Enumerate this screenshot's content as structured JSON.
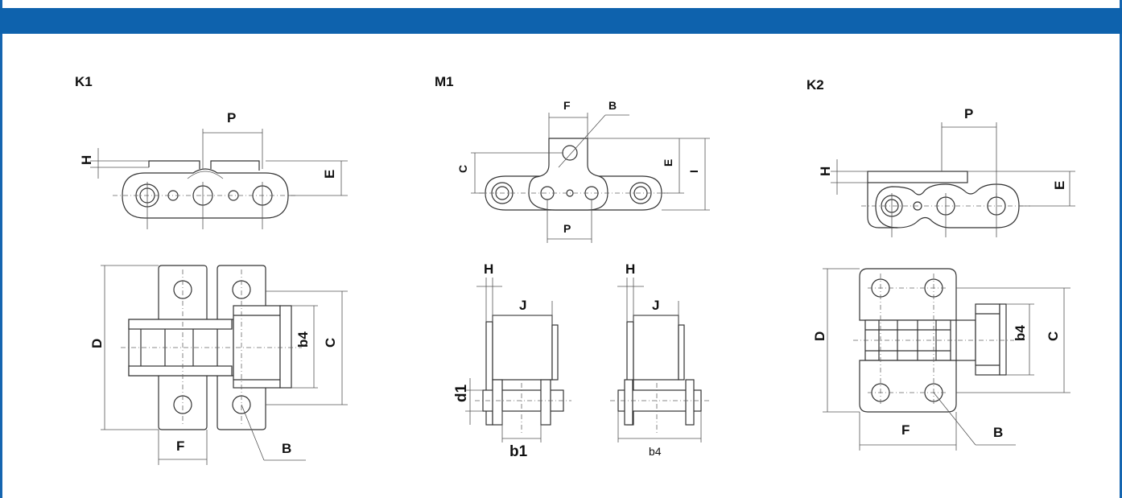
{
  "k1": {
    "title": "K1",
    "P": "P",
    "H": "H",
    "E": "E",
    "D": "D",
    "b4": "b4",
    "C": "C",
    "F": "F",
    "B": "B"
  },
  "m1": {
    "title": "M1",
    "F": "F",
    "B": "B",
    "C": "C",
    "E": "E",
    "I": "I",
    "P": "P",
    "H_left": "H",
    "J_left": "J",
    "d1": "d1",
    "b1": "b1",
    "H_right": "H",
    "J_right": "J",
    "b4": "b4"
  },
  "k2": {
    "title": "K2",
    "P": "P",
    "H": "H",
    "E": "E",
    "D": "D",
    "b4": "b4",
    "C": "C",
    "F": "F",
    "B": "B"
  },
  "colors": {
    "header_bar": "#0e62ad",
    "frame": "#1565b0"
  }
}
